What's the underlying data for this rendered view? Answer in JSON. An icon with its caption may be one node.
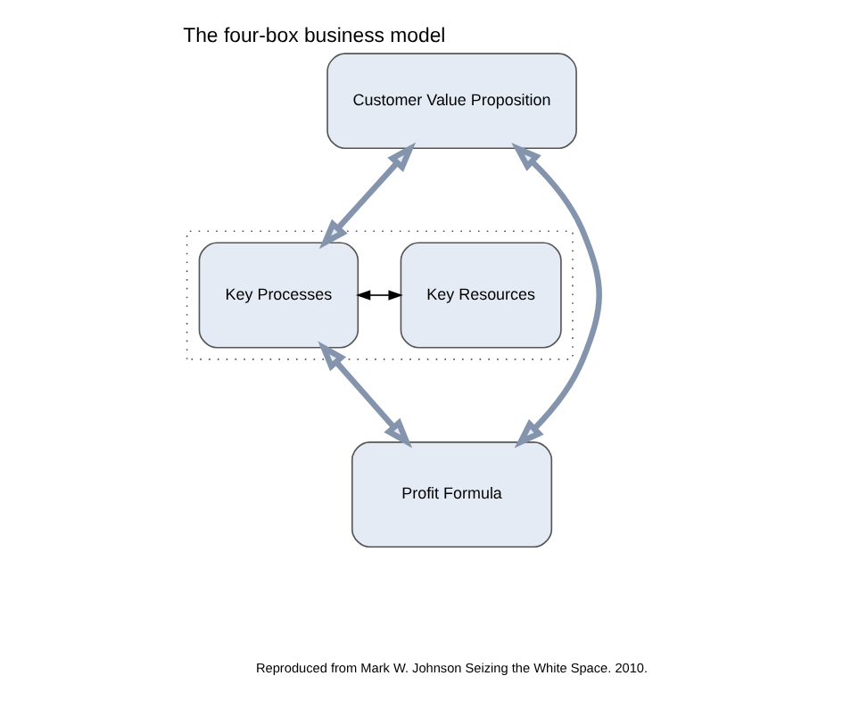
{
  "diagram": {
    "title": "The four-box business model",
    "nodes": [
      {
        "text": [
          "Customer Value Proposition"
        ]
      },
      {
        "text": [],
        "shape": "box"
      },
      {
        "text": [
          "Key Resources"
        ],
        "in": 1
      },
      {
        "text": [
          "Key Processes"
        ],
        "in": 1
      },
      {
        "text": [
          "Profit Formula"
        ]
      }
    ],
    "edges": [
      {
        "from": 0,
        "to": 3,
        "arrow": "both"
      },
      {
        "from": 0,
        "to": 4,
        "arrow": "both"
      },
      {
        "from": 3,
        "to": 4,
        "arrow": "both"
      },
      {
        "from": 2,
        "to": 3,
        "arrow": "both",
        "color": "#000000"
      }
    ],
    "labels": [
      "Reproduced from Mark W. Johnson Seizing the White Space. 2010."
    ]
  }
}
